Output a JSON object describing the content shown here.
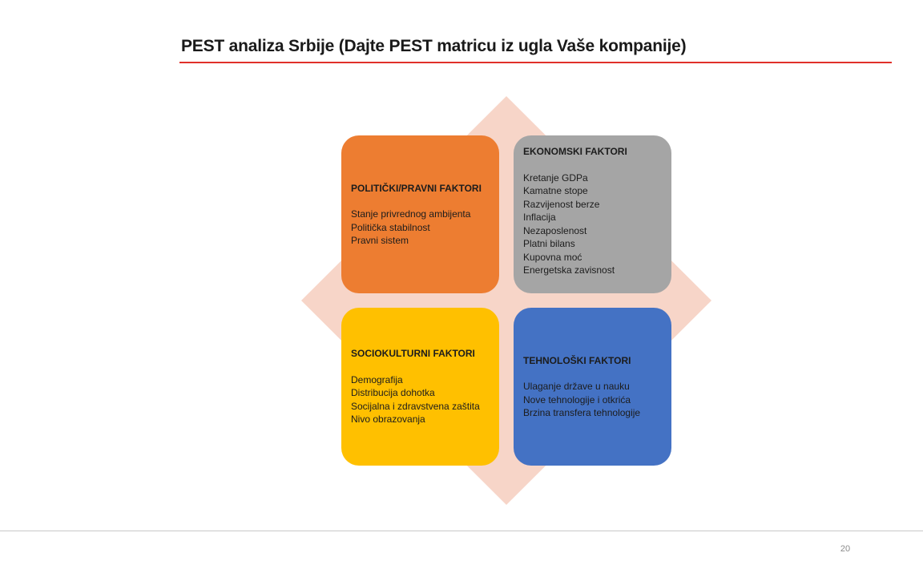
{
  "slide": {
    "title": "PEST analiza Srbije (Dajte PEST matricu iz ugla Vaše kompanije)",
    "page_number": "20"
  },
  "colors": {
    "accent_rule": "#e0302a",
    "diamond": "#f7d5c8",
    "political": "#ed7d31",
    "economic": "#a5a5a5",
    "sociocultural": "#ffc000",
    "technological": "#4472c4"
  },
  "quadrants": {
    "political": {
      "heading": "POLITIČKI/PRAVNI FAKTORI",
      "items": [
        "Stanje privrednog ambijenta",
        "Politička stabilnost",
        "Pravni sistem"
      ]
    },
    "economic": {
      "heading": "EKONOMSKI FAKTORI",
      "items": [
        "Kretanje GDPa",
        "Kamatne stope",
        "Razvijenost berze",
        "Inflacija",
        "Nezaposlenost",
        "Platni bilans",
        "Kupovna moć",
        "Energetska zavisnost"
      ]
    },
    "sociocultural": {
      "heading": "SOCIOKULTURNI FAKTORI",
      "items": [
        "Demografija",
        "Distribucija dohotka",
        "Socijalna i zdravstvena zaštita",
        "Nivo obrazovanja"
      ]
    },
    "technological": {
      "heading": "TEHNOLOŠKI FAKTORI",
      "items": [
        "Ulaganje države u nauku",
        "Nove tehnologije i otkrića",
        "Brzina transfera tehnologije"
      ]
    }
  }
}
